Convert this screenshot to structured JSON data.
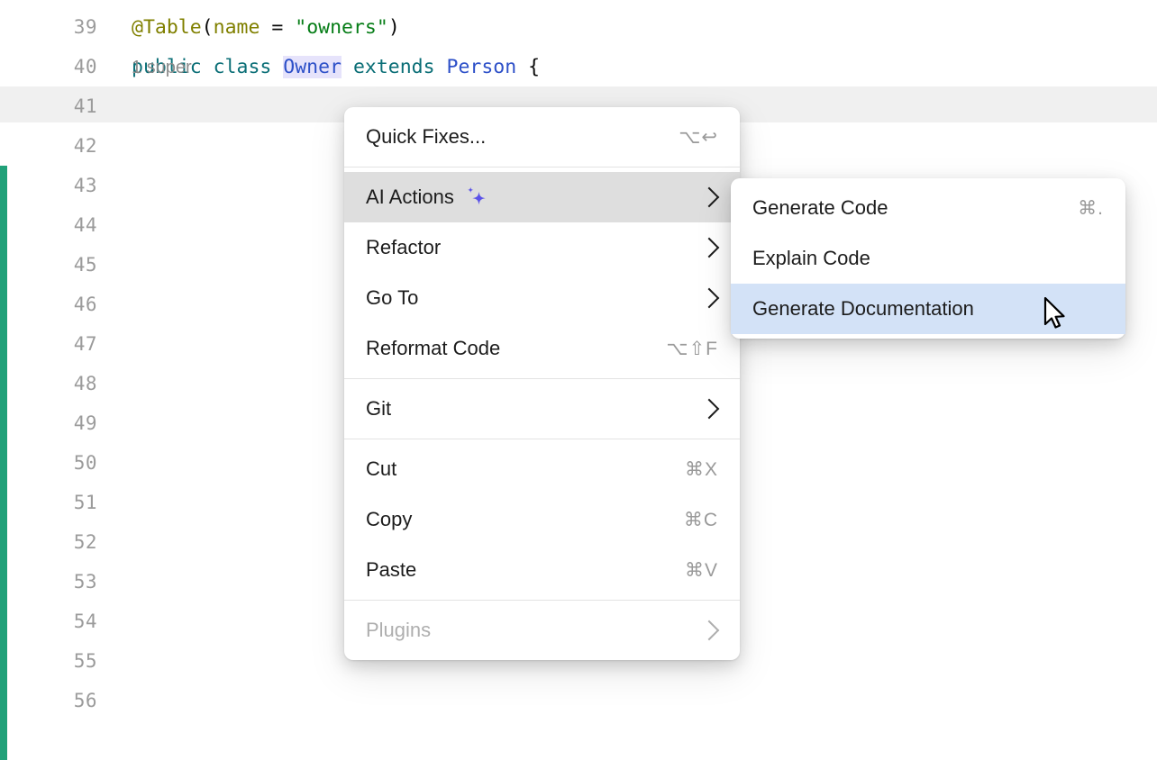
{
  "editor": {
    "gutter_change_marker_color": "#21A179",
    "caret_line_color": "#F0F0F0",
    "inlay_hint": "1 super",
    "lines": [
      {
        "number": "39",
        "tokens": [
          {
            "text": "@Table",
            "cls": "tok-anno"
          },
          {
            "text": "(",
            "cls": "tok-brace"
          },
          {
            "text": "name",
            "cls": "tok-annoparam"
          },
          {
            "text": " = ",
            "cls": "tok-op"
          },
          {
            "text": "\"owners\"",
            "cls": "tok-string"
          },
          {
            "text": ")",
            "cls": "tok-brace"
          }
        ]
      },
      {
        "number": "40",
        "tokens": [
          {
            "text": "public class ",
            "cls": "tok-kw"
          },
          {
            "text": "Owner",
            "cls": "ident-sel"
          },
          {
            "text": " extends ",
            "cls": "tok-kw"
          },
          {
            "text": "Person",
            "cls": "tok-type"
          },
          {
            "text": " {",
            "cls": "tok-brace"
          }
        ]
      },
      {
        "number": "41",
        "tokens": []
      },
      {
        "number": "42",
        "tokens": []
      },
      {
        "number": "43",
        "tokens": []
      },
      {
        "number": "44",
        "tokens": []
      },
      {
        "number": "45",
        "tokens": []
      },
      {
        "number": "46",
        "tokens": []
      },
      {
        "number": "47",
        "tokens": []
      },
      {
        "number": "48",
        "tokens": []
      },
      {
        "number": "49",
        "tokens": []
      },
      {
        "number": "50",
        "tokens": []
      },
      {
        "number": "51",
        "tokens": []
      },
      {
        "number": "52",
        "tokens": []
      },
      {
        "number": "53",
        "tokens": []
      },
      {
        "number": "54",
        "tokens": []
      },
      {
        "number": "55",
        "tokens": []
      },
      {
        "number": "56",
        "tokens": []
      }
    ]
  },
  "context_menu": {
    "items": [
      {
        "id": "quick-fixes",
        "label": "Quick Fixes...",
        "shortcut": "⌥↩",
        "submenu": false,
        "highlight": "none",
        "disabled": false,
        "sparkle": false
      },
      {
        "id": "separator-1",
        "type": "separator"
      },
      {
        "id": "ai-actions",
        "label": "AI Actions",
        "shortcut": "",
        "submenu": true,
        "highlight": "gray",
        "disabled": false,
        "sparkle": true
      },
      {
        "id": "refactor",
        "label": "Refactor",
        "shortcut": "",
        "submenu": true,
        "highlight": "none",
        "disabled": false,
        "sparkle": false
      },
      {
        "id": "go-to",
        "label": "Go To",
        "shortcut": "",
        "submenu": true,
        "highlight": "none",
        "disabled": false,
        "sparkle": false
      },
      {
        "id": "reformat-code",
        "label": "Reformat Code",
        "shortcut": "⌥⇧F",
        "submenu": false,
        "highlight": "none",
        "disabled": false,
        "sparkle": false
      },
      {
        "id": "separator-2",
        "type": "separator"
      },
      {
        "id": "git",
        "label": "Git",
        "shortcut": "",
        "submenu": true,
        "highlight": "none",
        "disabled": false,
        "sparkle": false
      },
      {
        "id": "separator-3",
        "type": "separator"
      },
      {
        "id": "cut",
        "label": "Cut",
        "shortcut": "⌘X",
        "submenu": false,
        "highlight": "none",
        "disabled": false,
        "sparkle": false
      },
      {
        "id": "copy",
        "label": "Copy",
        "shortcut": "⌘C",
        "submenu": false,
        "highlight": "none",
        "disabled": false,
        "sparkle": false
      },
      {
        "id": "paste",
        "label": "Paste",
        "shortcut": "⌘V",
        "submenu": false,
        "highlight": "none",
        "disabled": false,
        "sparkle": false
      },
      {
        "id": "separator-4",
        "type": "separator"
      },
      {
        "id": "plugins",
        "label": "Plugins",
        "shortcut": "",
        "submenu": true,
        "highlight": "none",
        "disabled": true,
        "sparkle": false
      }
    ]
  },
  "submenu": {
    "items": [
      {
        "id": "generate-code",
        "label": "Generate Code",
        "shortcut": "⌘.",
        "highlight": "none",
        "disabled": false
      },
      {
        "id": "explain-code",
        "label": "Explain Code",
        "shortcut": "",
        "highlight": "none",
        "disabled": false
      },
      {
        "id": "generate-documentation",
        "label": "Generate Documentation",
        "shortcut": "",
        "highlight": "blue",
        "disabled": false
      }
    ]
  },
  "colors": {
    "accent_purple": "#5B52E8",
    "highlight_gray": "#DEDEDE",
    "highlight_blue": "#D3E2F7",
    "gutter_green": "#21A179",
    "string_green": "#067D17",
    "keyword_teal": "#0A6E76",
    "type_blue": "#2D50C8",
    "annotation_olive": "#808000"
  }
}
